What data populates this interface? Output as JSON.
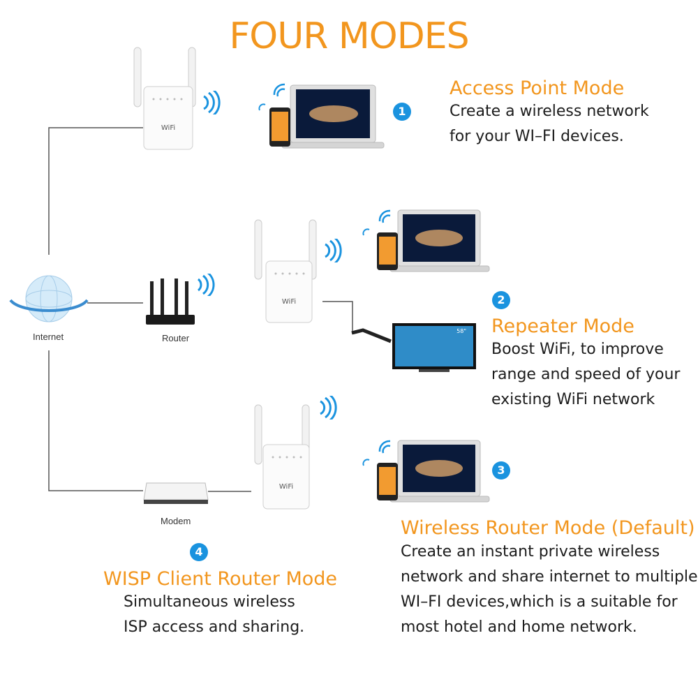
{
  "title": "FOUR MODES",
  "modes": [
    {
      "number": "1",
      "title": "Access Point Mode",
      "lines": [
        "Create a wireless network",
        "for your WI–FI devices."
      ]
    },
    {
      "number": "2",
      "title": "Repeater Mode",
      "lines": [
        "Boost WiFi, to improve",
        "range and speed of your",
        "existing WiFi network"
      ]
    },
    {
      "number": "3",
      "title": "Wireless Router Mode (Default)",
      "lines": [
        "Create an instant private wireless",
        "network and share internet to multiple",
        "WI–FI devices,which is a suitable for",
        "most hotel and home network."
      ]
    },
    {
      "number": "4",
      "title": "WISP Client Router Mode",
      "lines": [
        "Simultaneous wireless",
        "ISP access and sharing."
      ]
    }
  ],
  "devices": {
    "internet": "Internet",
    "router": "Router",
    "modem": "Modem",
    "wifi_badge": "WiFi",
    "tv_size": "58\""
  },
  "colors": {
    "accent": "#f2961e",
    "badge": "#1a93df",
    "line": "#555555"
  }
}
